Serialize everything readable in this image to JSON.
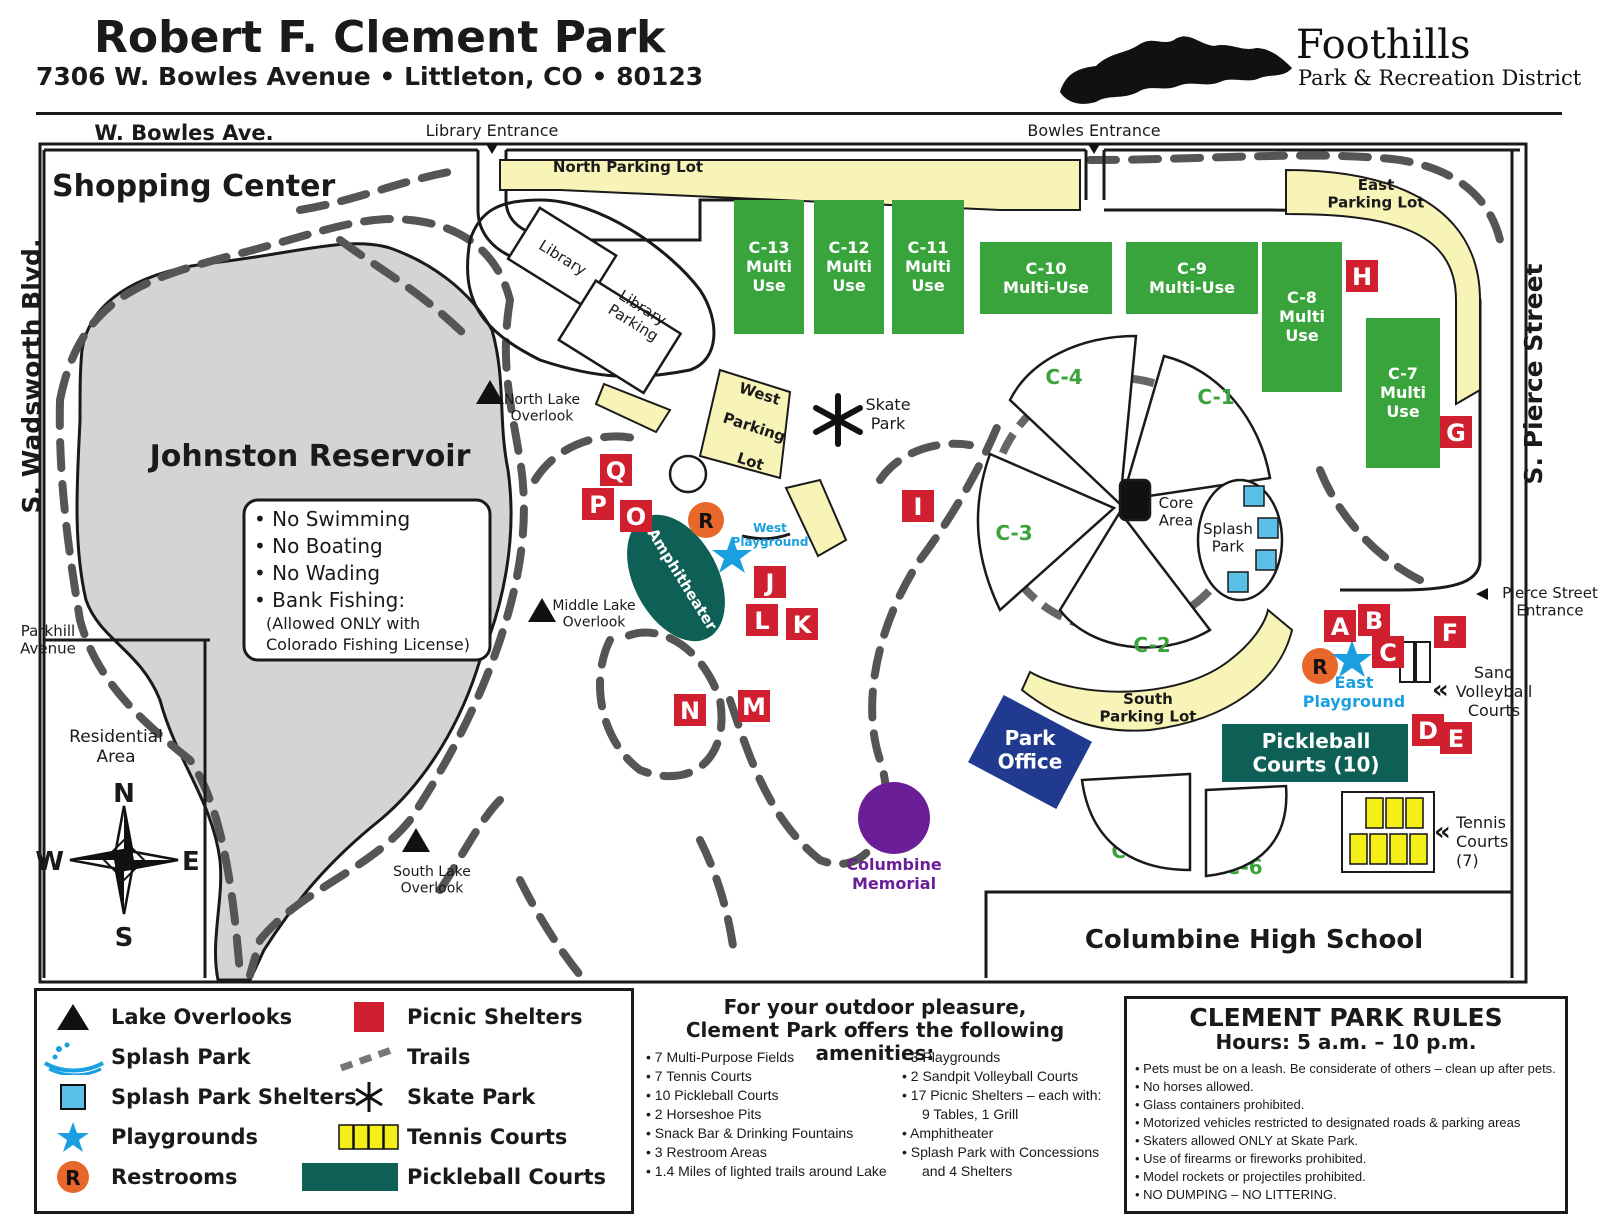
{
  "header": {
    "title": "Robert F. Clement Park",
    "address": "7306 W. Bowles Avenue • Littleton, CO • 80123",
    "logo_name": "Foothills",
    "logo_sub": "Park & Recreation District"
  },
  "colors": {
    "field_green": "#3aa43c",
    "parking_yellow": "#f8f4b8",
    "shelter_red": "#d02030",
    "water_gray": "#d4d4d4",
    "pickleball_teal": "#0e5f55",
    "park_office_blue": "#1f3a8f",
    "memorial_purple": "#6a1f96",
    "playground_blue": "#1aa0e0",
    "restroom_orange": "#e8672a",
    "splash_blue": "#5bc0e8",
    "trail_gray": "#555555",
    "tennis_yellow": "#f4ef18"
  },
  "map": {
    "roads": {
      "bowles": "W. Bowles Ave.",
      "wadsworth": "S. Wadsworth Blvd.",
      "pierce": "S. Pierce Street",
      "parkhill": "Parkhill\nAvenue"
    },
    "entrances": {
      "library": "Library Entrance",
      "bowles": "Bowles Entrance",
      "pierce": "Pierce Street\nEntrance"
    },
    "areas": {
      "shopping_center": "Shopping Center",
      "reservoir": "Johnston Reservoir",
      "residential": "Residential\nArea",
      "high_school": "Columbine High School",
      "library": "Library",
      "library_parking": "Library\nParking",
      "skate_park": "Skate\nPark",
      "amphitheater": "Amphitheater",
      "core_area": "Core\nArea",
      "splash_park": "Splash\nPark",
      "park_office": "Park\nOffice",
      "memorial": "Columbine\nMemorial",
      "pickleball": "Pickleball\nCourts (10)",
      "tennis_courts": "Tennis\nCourts\n(7)",
      "sand_volleyball": "Sand\nVolleyball\nCourts",
      "west_playground": "West\nPlayground",
      "east_playground": "East\nPlayground"
    },
    "parking": {
      "north": "North Parking Lot",
      "east": "East\nParking Lot",
      "south": "South\nParking Lot",
      "west_1": "West",
      "west_2": "Parking",
      "west_3": "Lot"
    },
    "overlooks": {
      "north": "North Lake\nOverlook",
      "middle": "Middle Lake\nOverlook",
      "south": "South Lake\nOverlook"
    },
    "lake_rules": [
      "• No Swimming",
      "• No Boating",
      "• No Wading",
      "• Bank Fishing:",
      "(Allowed ONLY with",
      "Colorado Fishing License)"
    ],
    "fields": [
      {
        "id": "C-13",
        "label": "C-13\nMulti\nUse"
      },
      {
        "id": "C-12",
        "label": "C-12\nMulti\nUse"
      },
      {
        "id": "C-11",
        "label": "C-11\nMulti\nUse"
      },
      {
        "id": "C-10",
        "label": "C-10\nMulti-Use"
      },
      {
        "id": "C-9",
        "label": "C-9\nMulti-Use"
      },
      {
        "id": "C-8",
        "label": "C-8\nMulti\nUse"
      },
      {
        "id": "C-7",
        "label": "C-7\nMulti\nUse"
      }
    ],
    "diamonds": [
      "C-4",
      "C-1",
      "C-3",
      "C-2",
      "C-5",
      "C-6"
    ],
    "shelters": [
      "A",
      "B",
      "C",
      "D",
      "E",
      "F",
      "G",
      "H",
      "I",
      "J",
      "K",
      "L",
      "M",
      "N",
      "O",
      "P",
      "Q"
    ],
    "restroom_letter": "R",
    "compass": {
      "n": "N",
      "s": "S",
      "e": "E",
      "w": "W"
    }
  },
  "legend": [
    {
      "icon": "triangle",
      "label": "Lake Overlooks"
    },
    {
      "icon": "splash",
      "label": "Splash Park"
    },
    {
      "icon": "square-blue",
      "label": "Splash Park Shelters"
    },
    {
      "icon": "star",
      "label": "Playgrounds"
    },
    {
      "icon": "restroom",
      "label": "Restrooms"
    },
    {
      "icon": "square-red",
      "label": "Picnic Shelters"
    },
    {
      "icon": "trail",
      "label": "Trails"
    },
    {
      "icon": "asterisk",
      "label": "Skate Park"
    },
    {
      "icon": "tennis",
      "label": "Tennis Courts"
    },
    {
      "icon": "pickleball",
      "label": "Pickleball Courts"
    }
  ],
  "amenities": {
    "heading_1": "For your outdoor pleasure,",
    "heading_2": "Clement Park offers the following amenities:",
    "col1": [
      "• 7 Multi-Purpose Fields",
      "• 7 Tennis Courts",
      "• 10 Pickleball Courts",
      "• 2 Horseshoe Pits",
      "• Snack Bar & Drinking Fountains",
      "• 3 Restroom Areas",
      "• 1.4 Miles of lighted trails around Lake"
    ],
    "col2": [
      "• 3 Playgrounds",
      "• 2 Sandpit Volleyball Courts",
      "• 17 Picnic Shelters – each with:",
      "9 Tables, 1 Grill",
      "• Amphitheater",
      "• Splash Park with Concessions",
      "and 4 Shelters"
    ]
  },
  "rules": {
    "title": "CLEMENT PARK RULES",
    "hours": "Hours: 5 a.m. – 10 p.m.",
    "items": [
      "• Pets must be on a leash. Be considerate of others – clean up after pets.",
      "• No horses allowed.",
      "• Glass containers prohibited.",
      "• Motorized vehicles restricted to designated roads & parking areas",
      "• Skaters allowed ONLY at Skate Park.",
      "• Use of firearms or fireworks prohibited.",
      "• Model rockets or projectiles prohibited.",
      "• NO DUMPING – NO LITTERING."
    ]
  }
}
